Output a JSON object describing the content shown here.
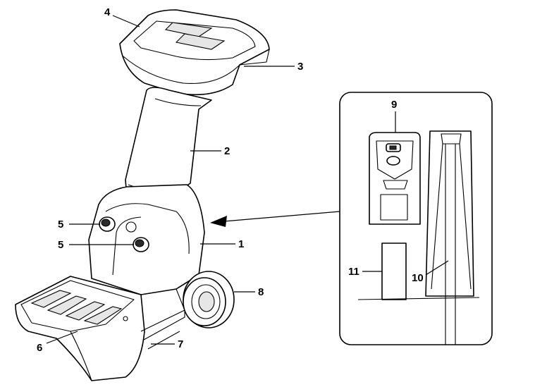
{
  "callouts": [
    {
      "id": "c1",
      "label": "1"
    },
    {
      "id": "c2",
      "label": "2"
    },
    {
      "id": "c3",
      "label": "3"
    },
    {
      "id": "c4",
      "label": "4"
    },
    {
      "id": "c5a",
      "label": "5"
    },
    {
      "id": "c5b",
      "label": "5"
    },
    {
      "id": "c6",
      "label": "6"
    },
    {
      "id": "c7",
      "label": "7"
    },
    {
      "id": "c8",
      "label": "8"
    },
    {
      "id": "c9",
      "label": "9"
    },
    {
      "id": "c10",
      "label": "10"
    },
    {
      "id": "c11",
      "label": "11"
    }
  ],
  "colors": {
    "line": "#000000",
    "background": "#ffffff",
    "shade": "#e6e6e6"
  },
  "icons": [
    "arrow-left-icon"
  ]
}
